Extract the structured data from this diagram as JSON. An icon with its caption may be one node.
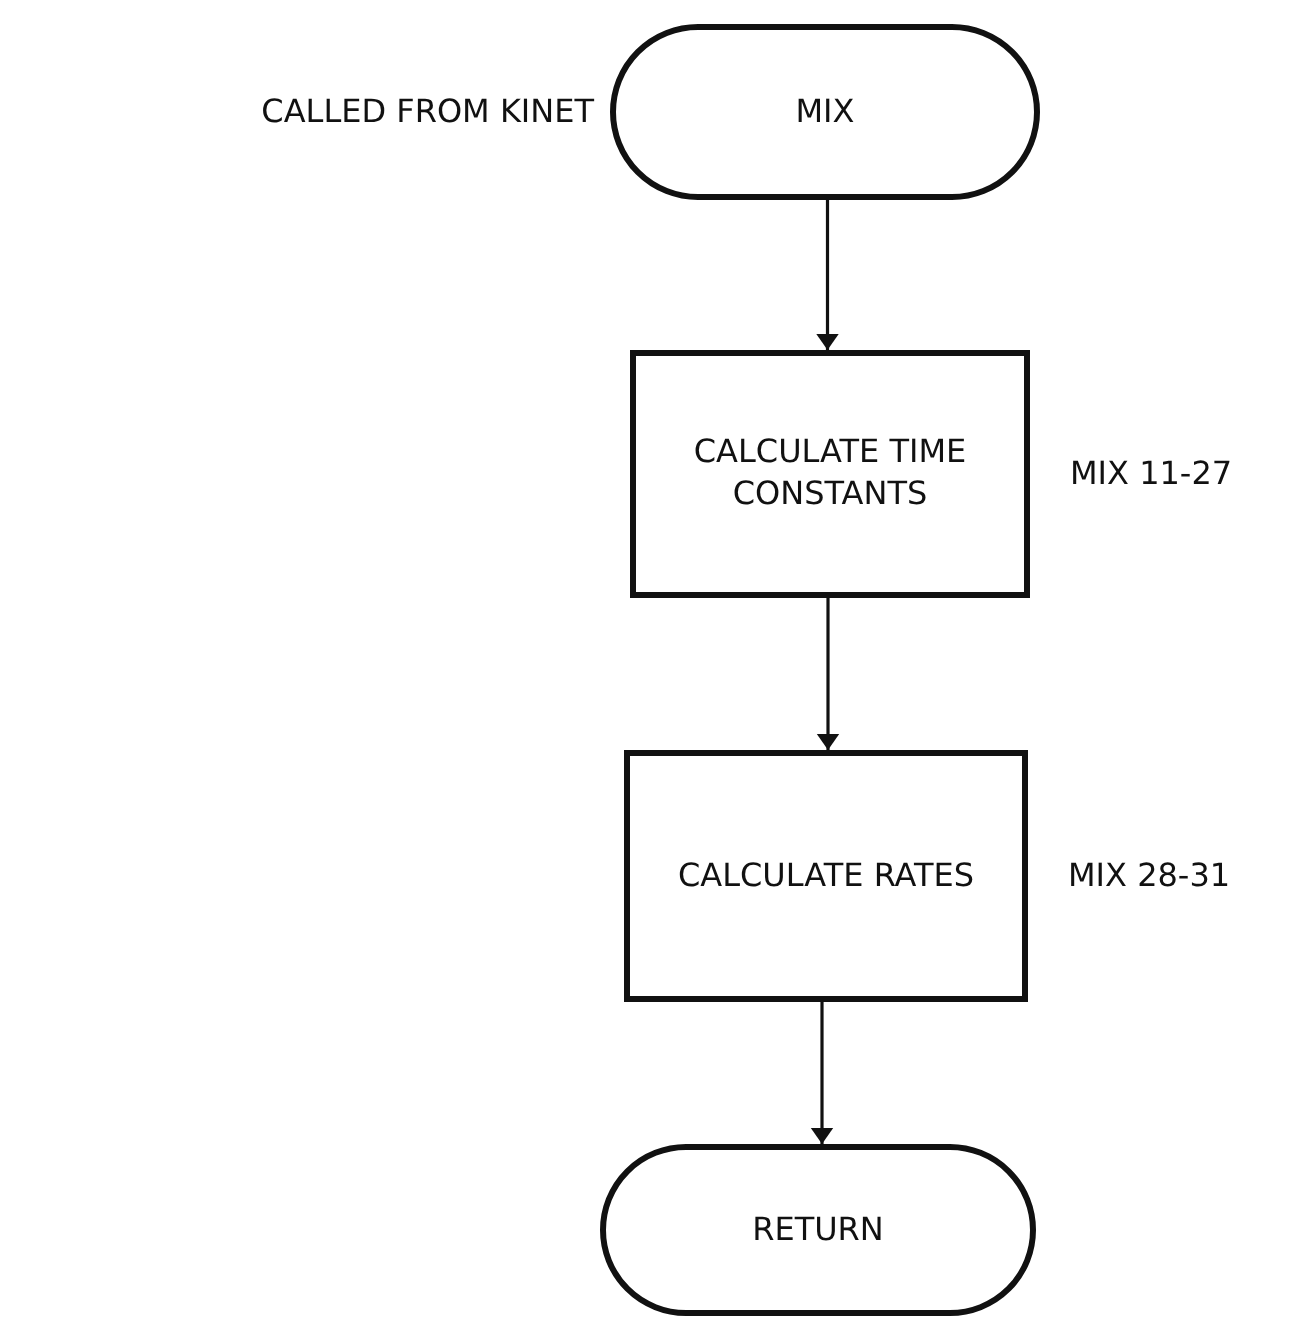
{
  "diagram": {
    "nodes": [
      {
        "text": [
          "MIX"
        ],
        "beside": [
          "CALLED FROM KINET"
        ]
      },
      {
        "text": [
          "CALCULATE TIME CONSTANTS"
        ],
        "beside": [
          "MIX 11-27"
        ]
      },
      {
        "text": [
          "CALCULATE RATES"
        ],
        "beside": [
          "MIX 28-31"
        ]
      },
      {
        "text": [
          "RETURN"
        ]
      }
    ],
    "edges": [
      {
        "from": 0,
        "to": 1,
        "arrow": "to"
      },
      {
        "from": 1,
        "to": 2,
        "arrow": "to"
      },
      {
        "from": 2,
        "to": 3,
        "arrow": "to"
      }
    ]
  }
}
